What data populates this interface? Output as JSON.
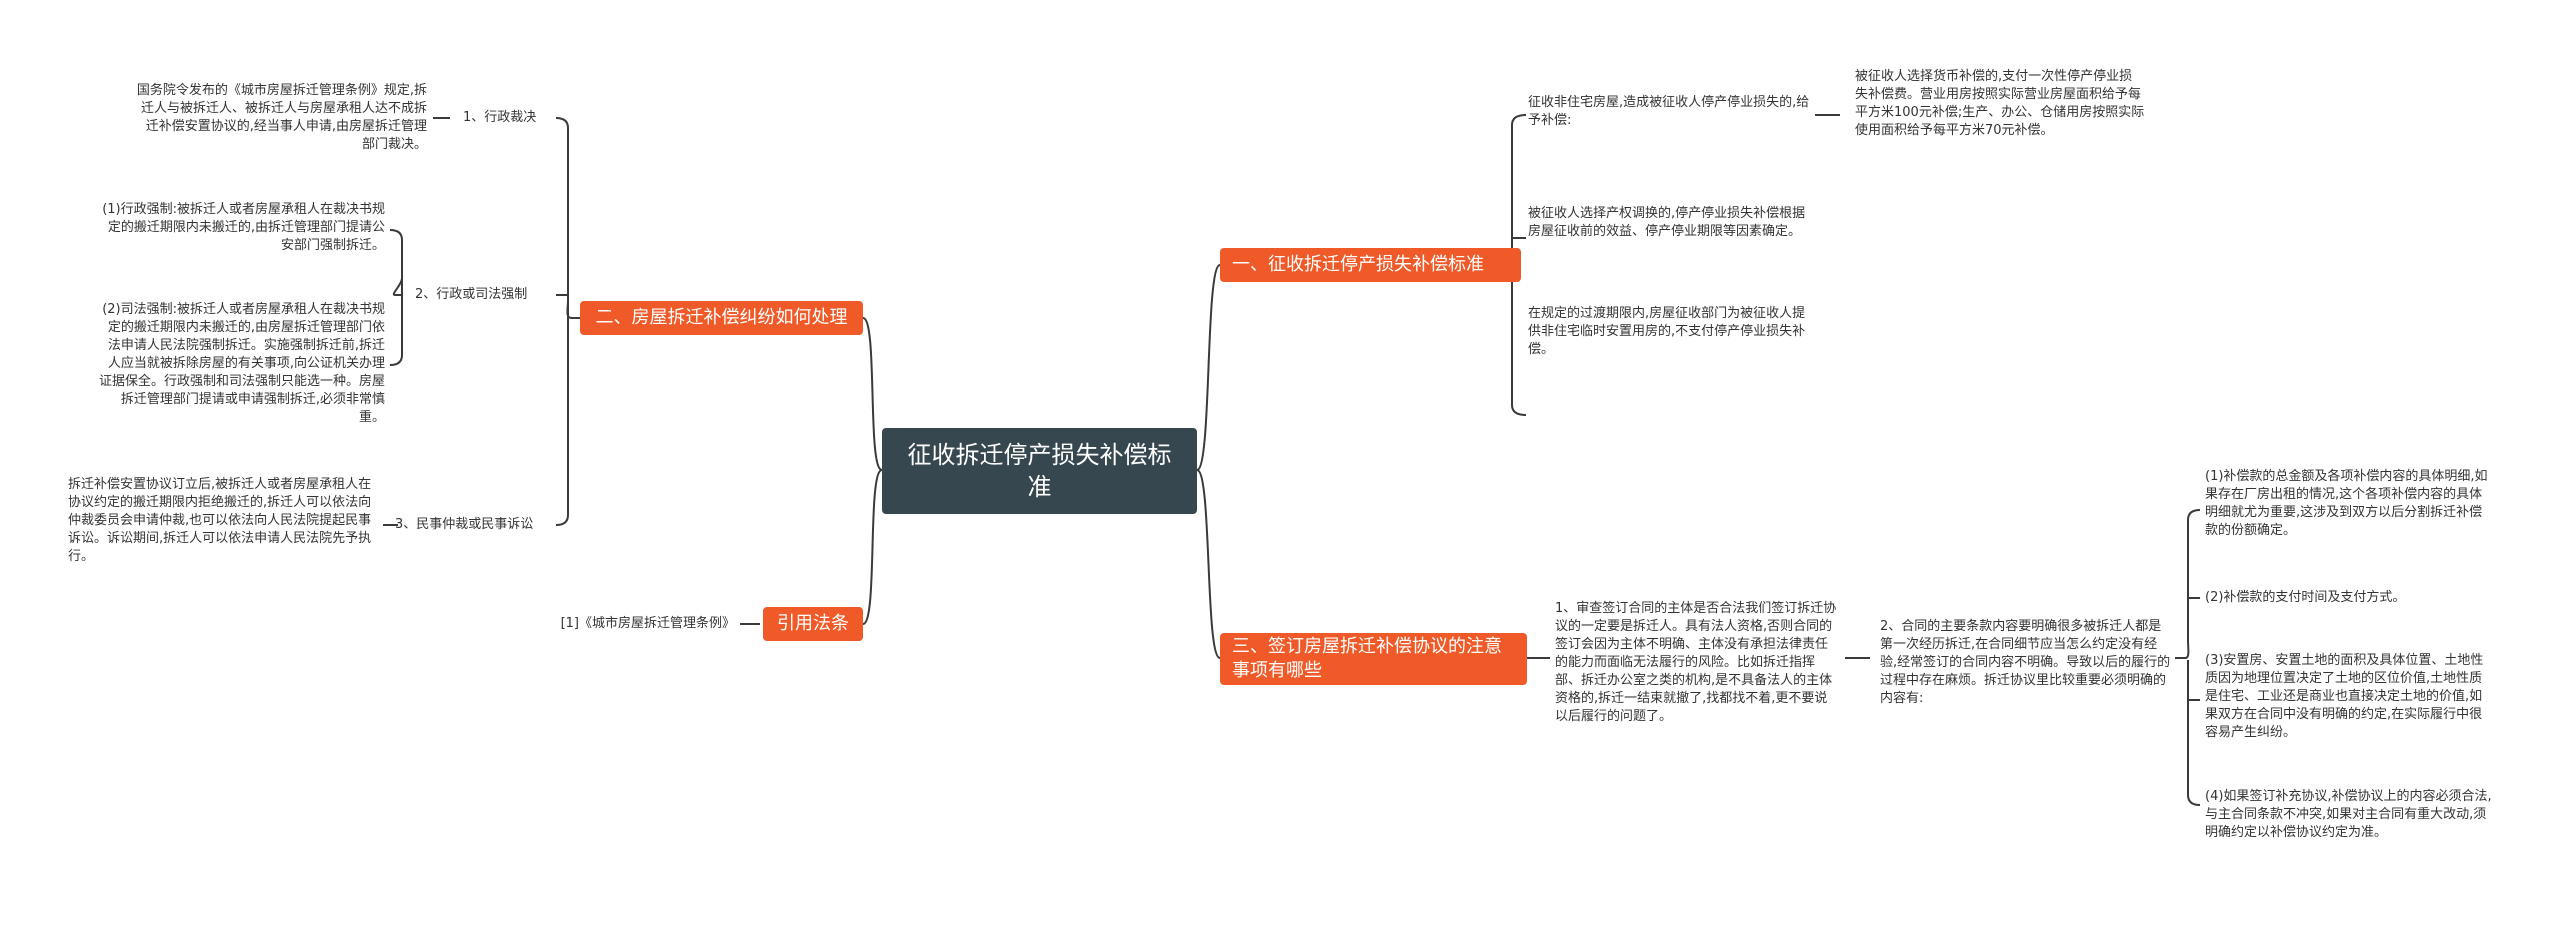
{
  "root": {
    "title": "征收拆迁停产损失补偿标准"
  },
  "branch1": {
    "label": "一、征收拆迁停产损失补偿标准",
    "items": [
      "征收非住宅房屋,造成被征收人停产停业损失的,给予补偿:",
      "被征收人选择产权调换的,停产停业损失补偿根据房屋征收前的效益、停产停业期限等因素确定。",
      "在规定的过渡期限内,房屋征收部门为被征收人提供非住宅临时安置用房的,不支付停产停业损失补偿。"
    ],
    "sub": "被征收人选择货币补偿的,支付一次性停产停业损失补偿费。营业用房按照实际营业房屋面积给予每平方米100元补偿;生产、办公、仓储用房按照实际使用面积给予每平方米70元补偿。"
  },
  "branch2": {
    "label": "二、房屋拆迁补偿纠纷如何处理",
    "items": [
      "1、行政裁决",
      "2、行政或司法强制",
      "3、民事仲裁或民事诉讼"
    ],
    "details": [
      "国务院令发布的《城市房屋拆迁管理条例》规定,拆迁人与被拆迁人、被拆迁人与房屋承租人达不成拆迁补偿安置协议的,经当事人申请,由房屋拆迁管理部门裁决。",
      "(1)行政强制:被拆迁人或者房屋承租人在裁决书规定的搬迁期限内未搬迁的,由拆迁管理部门提请公安部门强制拆迁。",
      "(2)司法强制:被拆迁人或者房屋承租人在裁决书规定的搬迁期限内未搬迁的,由房屋拆迁管理部门依法申请人民法院强制拆迁。实施强制拆迁前,拆迁人应当就被拆除房屋的有关事项,向公证机关办理证据保全。行政强制和司法强制只能选一种。房屋拆迁管理部门提请或申请强制拆迁,必须非常慎重。",
      "拆迁补偿安置协议订立后,被拆迁人或者房屋承租人在协议约定的搬迁期限内拒绝搬迁的,拆迁人可以依法向仲裁委员会申请仲裁,也可以依法向人民法院提起民事诉讼。诉讼期间,拆迁人可以依法申请人民法院先予执行。"
    ]
  },
  "branch3": {
    "label": "三、签订房屋拆迁补偿协议的注意事项有哪些",
    "item1": "1、审查签订合同的主体是否合法我们签订拆迁协议的一定要是拆迁人。具有法人资格,否则合同的签订会因为主体不明确、主体没有承担法律责任的能力而面临无法履行的风险。比如拆迁指挥部、拆迁办公室之类的机构,是不具备法人的主体资格的,拆迁一结束就撤了,找都找不着,更不要说以后履行的问题了。",
    "item2": "2、合同的主要条款内容要明确很多被拆迁人都是第一次经历拆迁,在合同细节应当怎么约定没有经验,经常签订的合同内容不明确。导致以后的履行的过程中存在麻烦。拆迁协议里比较重要必须明确的内容有:",
    "subs": [
      "(1)补偿款的总金额及各项补偿内容的具体明细,如果存在厂房出租的情况,这个各项补偿内容的具体明细就尤为重要,这涉及到双方以后分割拆迁补偿款的份额确定。",
      "(2)补偿款的支付时间及支付方式。",
      "(3)安置房、安置土地的面积及具体位置、土地性质因为地理位置决定了土地的区位价值,土地性质是住宅、工业还是商业也直接决定土地的价值,如果双方在合同中没有明确的约定,在实际履行中很容易产生纠纷。",
      "(4)如果签订补充协议,补偿协议上的内容必须合法,与主合同条款不冲突,如果对主合同有重大改动,须明确约定以补偿协议约定为准。"
    ]
  },
  "branch4": {
    "label": "引用法条",
    "items": [
      "[1]《城市房屋拆迁管理条例》"
    ]
  },
  "colors": {
    "root": "#37474f",
    "branch": "#f05a28",
    "line": "#3a3a3a"
  }
}
